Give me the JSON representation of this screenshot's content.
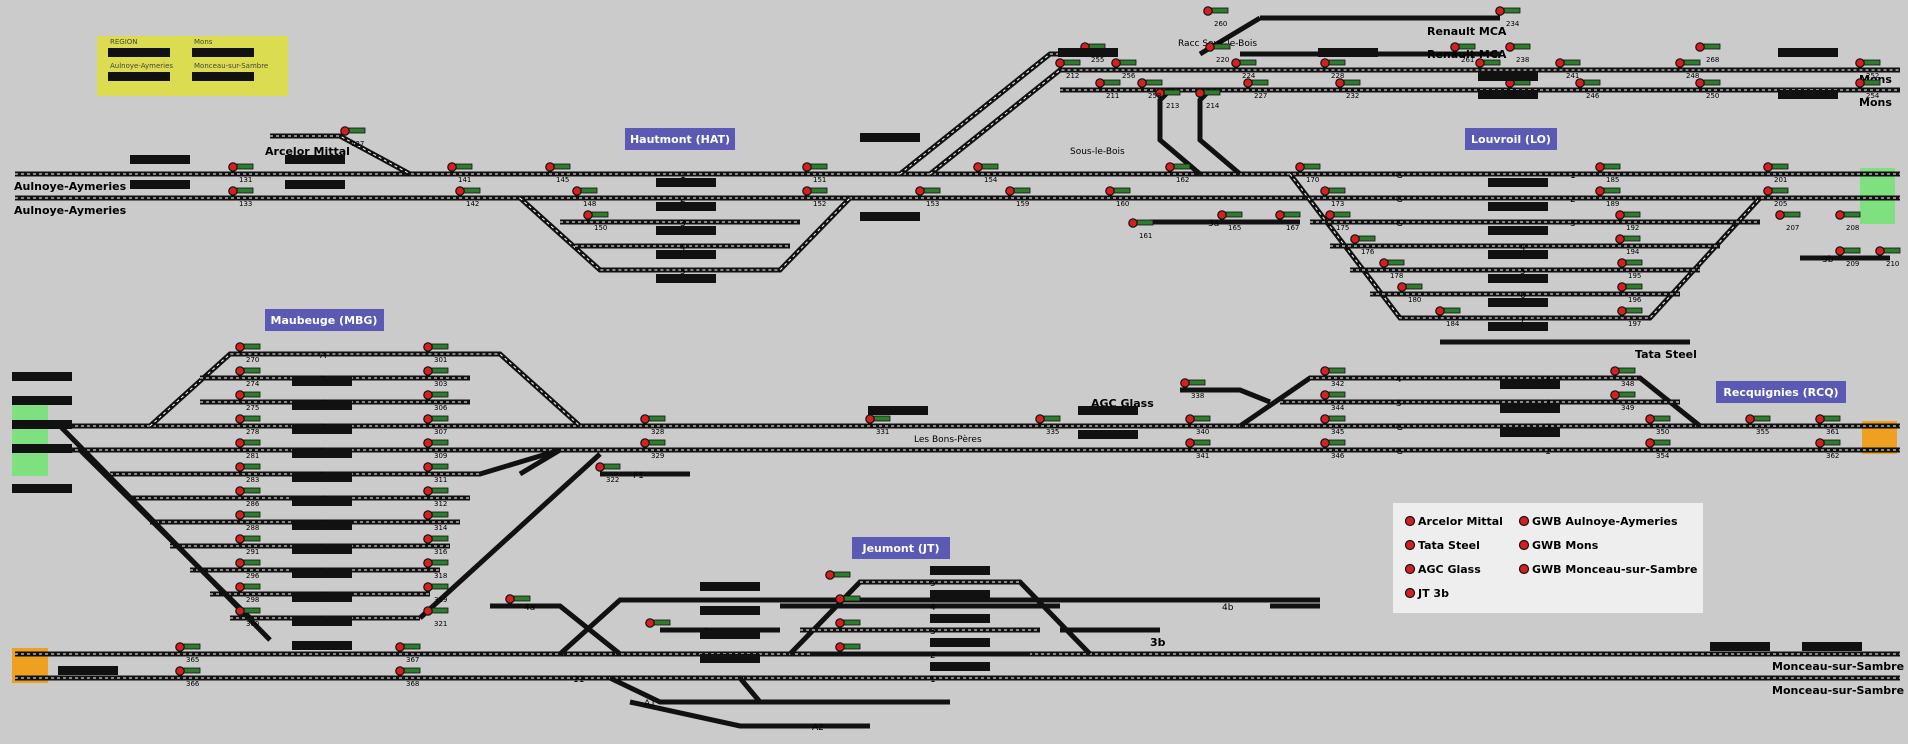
{
  "region_panel": {
    "region_label": "REGION",
    "mons_label": "Mons",
    "aulnoye_label": "Aulnoye-Aymeries",
    "monceau_label": "Monceau-sur-Sambre"
  },
  "stations": {
    "hautmont": "Hautmont (HAT)",
    "louvroil": "Louvroil (LO)",
    "maubeuge": "Maubeuge (MBG)",
    "recquignies": "Recquignies (RCQ)",
    "jeumont": "Jeumont (JT)"
  },
  "places": {
    "aulnoye_1": "Aulnoye-Aymeries",
    "aulnoye_2": "Aulnoye-Aymeries",
    "arcelor": "Arcelor Mittal",
    "renault_1": "Renault MCA",
    "renault_2": "Renault MCA",
    "mons_1": "Mons",
    "mons_2": "Mons",
    "racc": "Racc Sous-le-Bois",
    "sous_le_bois": "Sous-le-Bois",
    "tata": "Tata Steel",
    "agc": "AGC Glass",
    "bons_peres": "Les Bons-Pères",
    "monceau_1": "Monceau-sur-Sambre",
    "monceau_2": "Monceau-sur-Sambre",
    "jt3b": "3b"
  },
  "legend": {
    "items": [
      "Arcelor Mittal",
      "Tata Steel",
      "AGC Glass",
      "JT 3b",
      "GWB Aulnoye-Aymeries",
      "GWB Mons",
      "GWB Monceau-sur-Sambre"
    ]
  },
  "track_labels": {
    "hat": [
      "1",
      "2",
      "3",
      "4",
      "5"
    ],
    "lo": [
      "1",
      "2",
      "3",
      "4",
      "5",
      "6",
      "7",
      "3a",
      "3b"
    ],
    "lo_g": "G",
    "mbg": [
      "A",
      "B",
      "C",
      "D",
      "E",
      "F",
      "G",
      "H",
      "I",
      "J",
      "K",
      "L",
      "F1"
    ],
    "rcq": [
      "4",
      "3",
      "2",
      "1",
      "4",
      "3",
      "G",
      "G"
    ],
    "jt": [
      "5",
      "4",
      "3",
      "2",
      "1",
      "4a",
      "3a",
      "4b",
      "11",
      "A1",
      "A2"
    ]
  },
  "signal_numbers": [
    "127",
    "131",
    "133",
    "141",
    "142",
    "145",
    "148",
    "150",
    "151",
    "152",
    "153",
    "154",
    "159",
    "160",
    "161",
    "162",
    "165",
    "167",
    "170",
    "173",
    "175",
    "176",
    "178",
    "180",
    "184",
    "185",
    "189",
    "192",
    "194",
    "195",
    "196",
    "197",
    "201",
    "205",
    "207",
    "208",
    "209",
    "210",
    "211",
    "212",
    "213",
    "214",
    "220",
    "224",
    "227",
    "228",
    "232",
    "234",
    "238",
    "241",
    "246",
    "248",
    "250",
    "252",
    "254",
    "255",
    "256",
    "258",
    "260",
    "261",
    "264",
    "266",
    "268",
    "270",
    "274",
    "275",
    "278",
    "281",
    "283",
    "286",
    "288",
    "291",
    "296",
    "298",
    "300",
    "301",
    "303",
    "306",
    "307",
    "309",
    "311",
    "312",
    "314",
    "316",
    "318",
    "319",
    "321",
    "322",
    "328",
    "329",
    "331",
    "335",
    "338",
    "340",
    "341",
    "342",
    "344",
    "345",
    "346",
    "348",
    "349",
    "350",
    "354",
    "355",
    "361",
    "362",
    "365",
    "366",
    "367",
    "368"
  ],
  "colors": {
    "background": "#cbcbcb",
    "track": "#111111",
    "station_box": "#5a5ab4",
    "region_panel": "#dcdc50",
    "signal_red": "#d42020",
    "signal_green": "#2e7d2e",
    "boundary_green": "#7ee07e",
    "boundary_orange": "#f0a020",
    "legend_bg": "#eeeeee"
  }
}
